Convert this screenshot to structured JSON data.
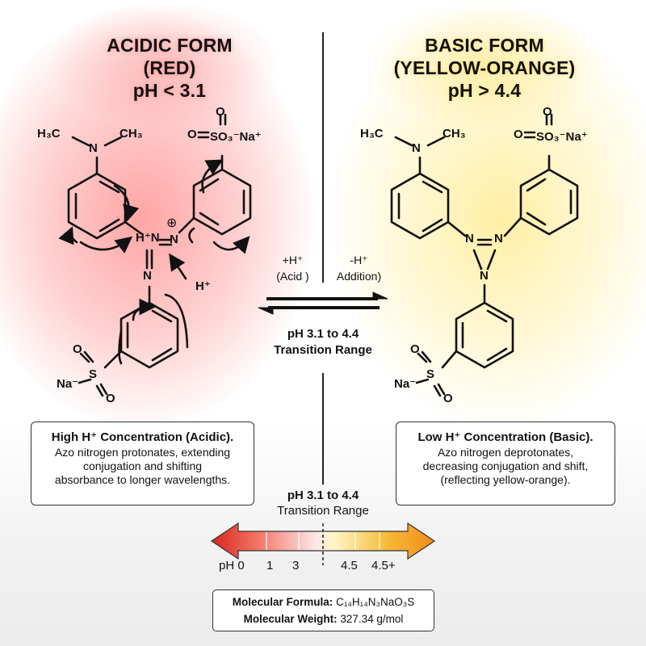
{
  "acidic": {
    "title_line1": "ACIDIC FORM",
    "title_line2": "(RED)",
    "title_line3": "pH < 3.1",
    "color": "#ff6b6b",
    "box_title": "High H⁺ Concentration (Acidic).",
    "box_line1": "Azo nitrogen protonates, extending",
    "box_line2": "conjugation and shifting",
    "box_line3": "absorbance to longer wavelengths."
  },
  "basic": {
    "title_line1": "BASIC FORM",
    "title_line2": "(YELLOW-ORANGE)",
    "title_line3": "pH > 4.4",
    "color": "#ffd84a",
    "box_title": "Low H⁺ Concentration (Basic).",
    "box_line1": "Azo nitrogen deprotonates,",
    "box_line2": "decreasing conjugation and shift,",
    "box_line3": "(reflecting yellow-orange)."
  },
  "molecule_labels": {
    "amine": "N",
    "methyl_left": "H₃C",
    "methyl_right": "CH₃",
    "sulfonate_top": "SO₃⁻Na⁺",
    "oxygen": "O",
    "sulfur": "S",
    "sodium": "Na⁻",
    "azo_n": "N",
    "azo_nh": "H⁺N",
    "azo_nplus": "N",
    "charge_plus": "⊕",
    "proton": "H⁺"
  },
  "equilibrium": {
    "left_line1": "+H⁺",
    "left_line2": "(Acid )",
    "right_line1": "-H⁺",
    "right_line2": "Addition)",
    "range_line1": "pH 3.1 to 4.4",
    "range_line2": "Transition Range"
  },
  "scale": {
    "title_line1": "pH 3.1 to 4.4",
    "title_line2": "Transition Range",
    "ticks": [
      "pH 0",
      "1",
      "3",
      "4.5",
      "4.5+"
    ],
    "colors": [
      "#d7261e",
      "#f06a5a",
      "#fbe4e4",
      "#fff4c2",
      "#f7b733",
      "#f28c1e"
    ]
  },
  "info": {
    "formula_label": "Molecular Formula:",
    "formula_value": "C₁₄H₁₄N₃NaO₃S",
    "weight_label": "Molecular Weight:",
    "weight_value": "327.34 g/mol"
  }
}
